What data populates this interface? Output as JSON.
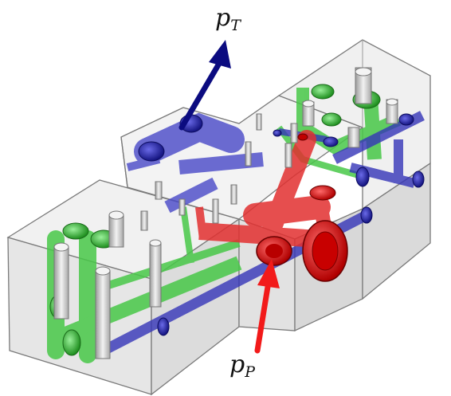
{
  "labels": {
    "tank": {
      "base": "p",
      "sub": "T"
    },
    "pump": {
      "base": "p",
      "sub": "P"
    }
  },
  "colors": {
    "tank_channels": "#3b3bb8",
    "pump_channels": "#e01818",
    "return_channels": "#3fc23f",
    "pins": "#c8c8c8",
    "block_edges": "#6a6a6a",
    "block_fill": "#eeeeee"
  },
  "icons": [
    "arrow-up-right-icon",
    "arrow-up-left-icon"
  ]
}
